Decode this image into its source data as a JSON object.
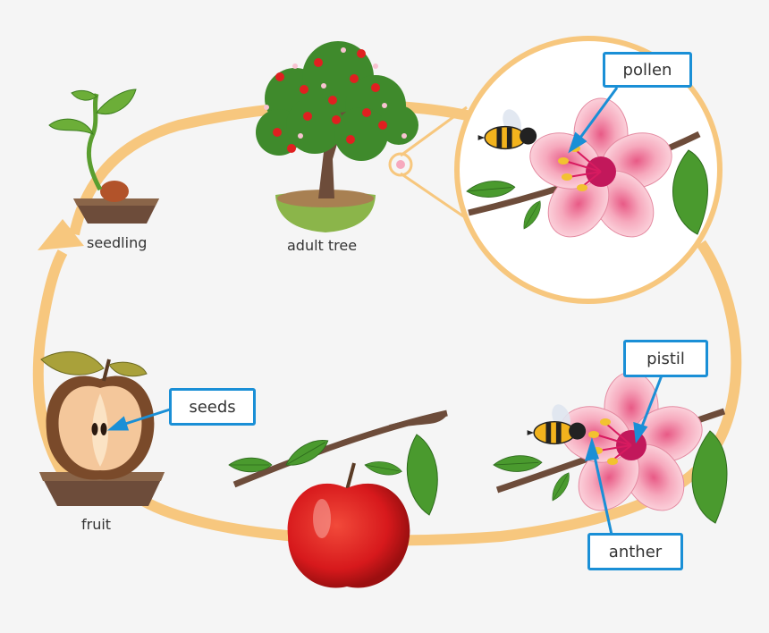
{
  "stages": {
    "seedling": "seedling",
    "adult_tree": "adult tree",
    "fruit": "fruit"
  },
  "callouts": {
    "pollen": "pollen",
    "pistil": "pistil",
    "anther": "anther",
    "seeds": "seeds"
  },
  "colors": {
    "cycle_arrow": "#f7c77e",
    "callout_border": "#1a8fd6",
    "background": "#f5f5f5",
    "petal": "#f6a9bd",
    "apple": "#d7191c",
    "leaf": "#4a9a2e"
  }
}
